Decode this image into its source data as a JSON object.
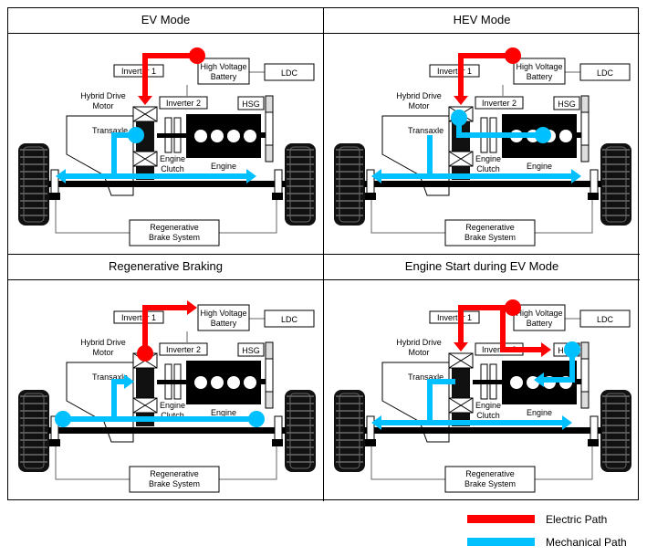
{
  "panels": [
    {
      "id": "ev",
      "title": "EV Mode"
    },
    {
      "id": "hev",
      "title": "HEV Mode"
    },
    {
      "id": "regen",
      "title": "Regenerative Braking"
    },
    {
      "id": "start",
      "title": "Engine Start during EV Mode"
    }
  ],
  "labels": {
    "inverter1": "Inverter 1",
    "inverter2": "Inverter 2",
    "battery_line1": "High Voltage",
    "battery_line2": "Battery",
    "ldc": "LDC",
    "hsg": "HSG",
    "motor_line1": "Hybrid Drive",
    "motor_line2": "Motor",
    "transaxle": "Transaxle",
    "engine_clutch_line1": "Engine",
    "engine_clutch_line2": "Clutch",
    "engine": "Engine",
    "brake_line1": "Regenerative",
    "brake_line2": "Brake System"
  },
  "legend": {
    "electric": {
      "label": "Electric Path",
      "color": "#ff0000"
    },
    "mechanical": {
      "label": "Mechanical Path",
      "color": "#00c0ff"
    }
  }
}
